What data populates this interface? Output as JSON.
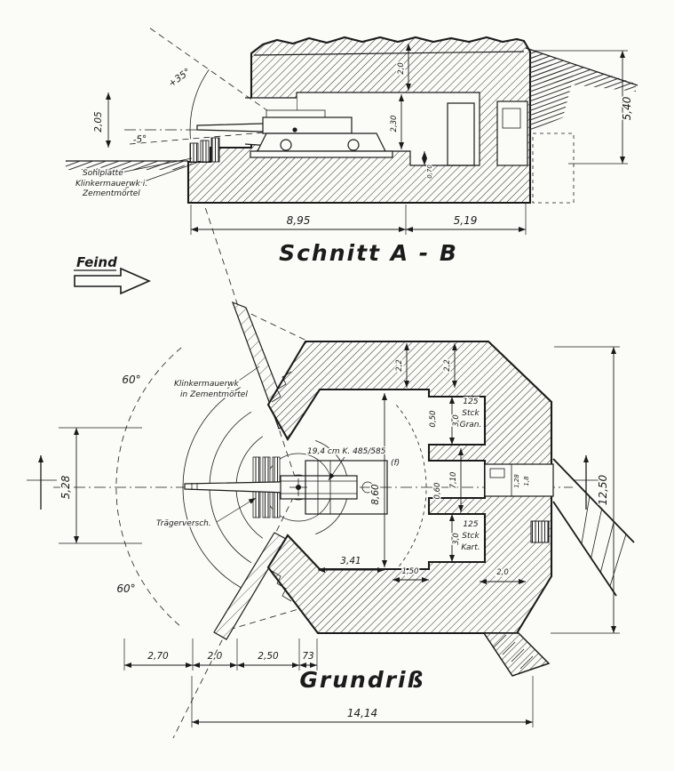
{
  "style": {
    "ink": "#1b1b1b",
    "paper": "#fbfbf8"
  },
  "section": {
    "title": "Schnitt  A - B",
    "labels": {
      "sohlplatte": "Sohlplatte",
      "klinker": "Klinkermauerwk i.",
      "zement": "Zementmörtel"
    },
    "dims": {
      "elev_max": "+35°",
      "elev_min": "-5°",
      "h205": "2,05",
      "roof20": "2,0",
      "room230": "2,30",
      "step070": "0,70",
      "len895": "8,95",
      "len519": "5,19",
      "h540": "5,40"
    }
  },
  "direction": {
    "feind": "Feind"
  },
  "plan": {
    "title": "Grundriß",
    "gun": {
      "line1": "19,4 cm K. 485/585",
      "line2": "(f)"
    },
    "labels": {
      "klinker1": "Klinkermauerwk",
      "klinker2": "in Zementmörtel",
      "traeger": "Trägerversch."
    },
    "ammo_top": {
      "n": "125",
      "stck": "Stck",
      "type": "Gran."
    },
    "ammo_bottom": {
      "n": "125",
      "stck": "Stck",
      "type": "Kart."
    },
    "dims": {
      "angle_top": "60°",
      "angle_bottom": "60°",
      "w528": "5,28",
      "d270": "2,70",
      "d20a": "2,0",
      "d250": "2,50",
      "d73": "73",
      "d341": "3,41",
      "d150": "1,50",
      "d20b": "2,0",
      "depth860": "8,60",
      "wall22a": "2,2",
      "wall22b": "2,2",
      "j050": "0,50",
      "n30a": "3,0",
      "n30b": "3,0",
      "p710": "7,10",
      "d060": "0,60",
      "door128": "1,28",
      "door18": "1,8",
      "h1250": "12,50",
      "w1414": "14,14"
    }
  }
}
